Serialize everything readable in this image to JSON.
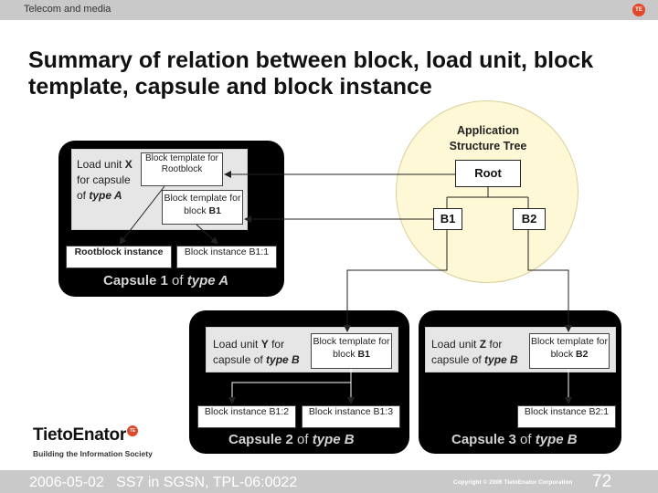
{
  "header": {
    "section": "Telecom and media",
    "badge": "TE"
  },
  "title": "Summary of relation between block, load unit, block template, capsule and block instance",
  "tree": {
    "label": "Application Structure Tree",
    "root": "Root",
    "b1": "B1",
    "b2": "B2"
  },
  "capsule1": {
    "lu_prefix": "Load unit ",
    "lu_name": "X",
    "lu_mid": " for capsule of ",
    "lu_type": "type A",
    "tmpl_root": "Block template for Rootblock",
    "tmpl_b1_prefix": "Block template for block ",
    "tmpl_b1_name": "B1",
    "inst_root": "Rootblock instance",
    "inst_b1": "Block instance B1:1",
    "cap_name": "Capsule 1",
    "cap_of": " of ",
    "cap_type": "type A"
  },
  "capsule2": {
    "lu_prefix": "Load unit ",
    "lu_name": "Y",
    "lu_mid": " for capsule of ",
    "lu_type": "type B",
    "tmpl_prefix": "Block template for block ",
    "tmpl_name": "B1",
    "inst_a": "Block instance B1:2",
    "inst_b": "Block instance B1:3",
    "cap_name": "Capsule 2",
    "cap_of": " of ",
    "cap_type": "type B"
  },
  "capsule3": {
    "lu_prefix": "Load unit ",
    "lu_name": "Z",
    "lu_mid": " for capsule of ",
    "lu_type": "type B",
    "tmpl_prefix": "Block template for block ",
    "tmpl_name": "B2",
    "inst": "Block instance B2:1",
    "cap_name": "Capsule 3",
    "cap_of": " of ",
    "cap_type": "type B"
  },
  "logo": {
    "name": "TietoEnator",
    "badge": "TE",
    "tagline": "Building the Information Society"
  },
  "footer": {
    "left": "2006-05-02   SS7 in SGSN, TPL-06:0022",
    "copyright": "Copyright © 2006 TietoEnator Corporation",
    "page": "72"
  }
}
